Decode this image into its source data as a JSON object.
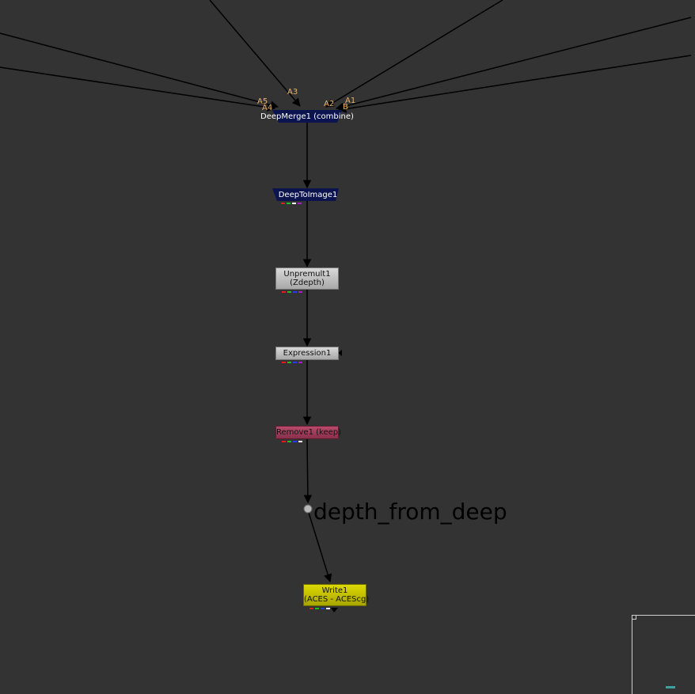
{
  "nodes": {
    "deepmerge": {
      "label": "DeepMerge1 (combine)"
    },
    "deeptoimage": {
      "label": "DeepToImage1"
    },
    "unpremult": {
      "line1": "Unpremult1",
      "line2": "(Zdepth)"
    },
    "expression": {
      "label": "Expression1"
    },
    "remove": {
      "label": "Remove1 (keep)"
    },
    "dot": {
      "label": "depth_from_deep"
    },
    "write": {
      "line1": "Write1",
      "line2": "(ACES - ACEScg)"
    }
  },
  "inputs": [
    "A5",
    "A4",
    "A3",
    "A2",
    "A1",
    "B"
  ],
  "colors": {
    "background": "#333334",
    "deep_node": "#0c1450",
    "gray_node": "#bdbdbd",
    "remove_node": "#9c3757",
    "write_node": "#c8c400",
    "input_label": "#e8b46a"
  }
}
